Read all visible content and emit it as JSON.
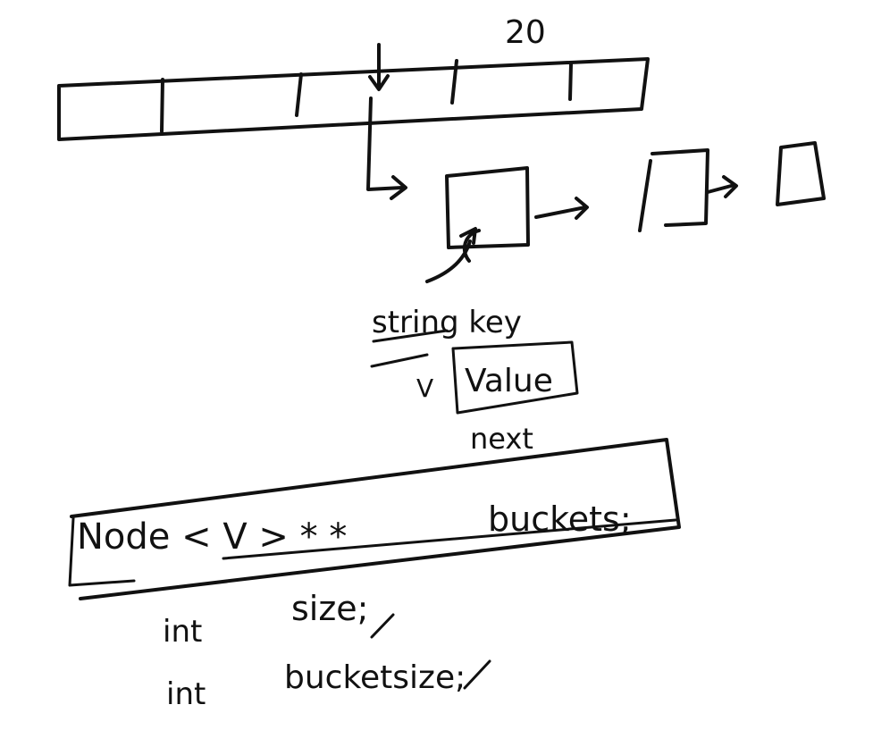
{
  "array": {
    "label": "20",
    "cells": 5
  },
  "node": {
    "field_key": "string key",
    "field_value_type": "V",
    "field_value": "Value",
    "field_next": "next"
  },
  "code": {
    "line1_type": "Node < V > * *",
    "line1_name": "buckets;",
    "line2_type": "int",
    "line2_name": "size;",
    "line3_type": "int",
    "line3_name": "bucketsize;"
  },
  "colors": {
    "ink": "#111111",
    "background": "#ffffff"
  }
}
